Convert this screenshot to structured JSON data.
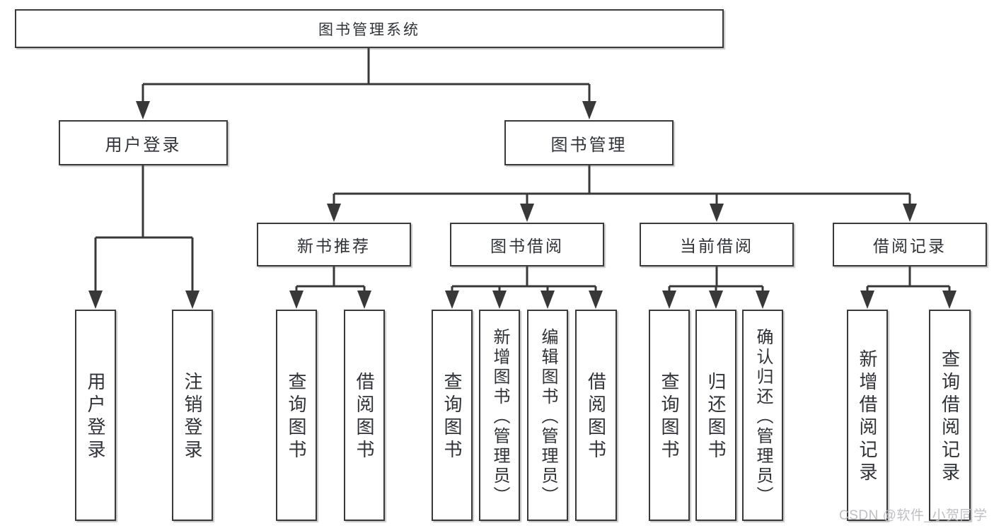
{
  "colors": {
    "background": "#ffffff",
    "line": "#383838",
    "box_border": "#3a3a3a",
    "text": "#2f3237",
    "watermark": "#b9bcc0"
  },
  "diagram": {
    "nodes": {
      "root": "图书管理系统",
      "user_login": "用户登录",
      "book_mgmt": "图书管理",
      "new_book_rec": "新书推荐",
      "book_borrow": "图书借阅",
      "current_borrow": "当前借阅",
      "borrow_record": "借阅记录",
      "leaf_user_login": "用户登录",
      "leaf_logout": "注销登录",
      "leaf_query_book_1": "查询图书",
      "leaf_borrow_book_1": "借阅图书",
      "leaf_query_book_2": "查询图书",
      "leaf_add_book": "新增图书（管理员）",
      "leaf_edit_book": "编辑图书（管理员）",
      "leaf_borrow_book_2": "借阅图书",
      "leaf_query_book_3": "查询图书",
      "leaf_return_book": "归还图书",
      "leaf_confirm_return": "确认归还（管理员）",
      "leaf_add_record": "新增借阅记录",
      "leaf_query_record": "查询借阅记录"
    }
  },
  "watermark": {
    "text": "CSDN @软件_小贺同学"
  }
}
